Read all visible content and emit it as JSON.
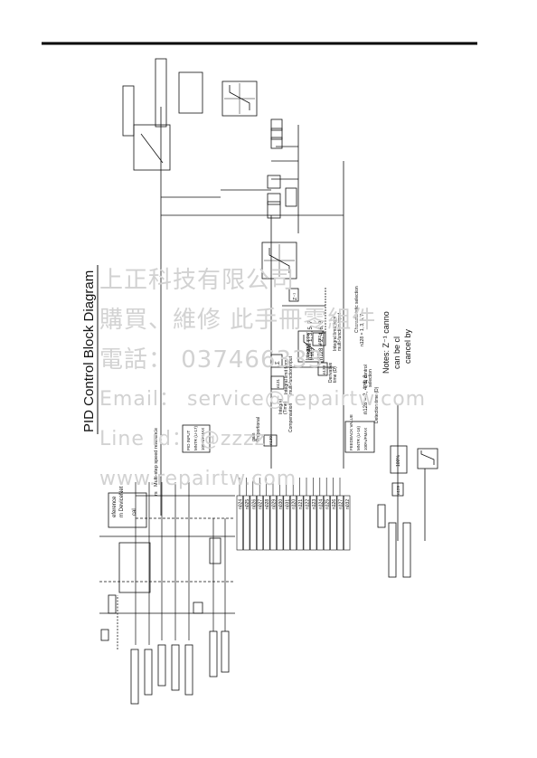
{
  "diagram": {
    "title": "PID Control Block Diagram",
    "labels": {
      "reference": "eference",
      "devicenet": "m DeviceNet",
      "cal": "cal",
      "rs": "rs",
      "multistep": "Multi-step speed reference",
      "pid_input_label": "PID INPUT",
      "pid_input_range": "MNTR (U-17)",
      "pid_input_pct": "100%/FMAX",
      "proportional": "Proportional",
      "gain": "gain",
      "integral": "Integral",
      "integral_time": "(Time)",
      "compensation": "Compensation",
      "integral_limit": "Integral limit from",
      "multi_function_input": "multi-function input",
      "integral_upper": "Integral upper",
      "limit": "limit",
      "derivative": "Derivative",
      "time_d": "time (D)",
      "int_hold": "Integral limit from",
      "int_hold2": "multi-function input",
      "n128_a": "n128 = 1, 3, 5, 7",
      "n128_b": "n128 = 2, 4, 6, 8",
      "n128_c": "n128 = 1, 3, 5, 7",
      "n128_d": "n128 = 2, 4, 6, 8",
      "characteristic": "Characteristic selection",
      "fb_mntr": "FEEDBACK VALUE",
      "fb_mntr2": "MNTR (U-16)",
      "fb_pct": "100%/FMAX",
      "pid_control": "PID control",
      "selection": "selection",
      "detection": "Detection time (D)",
      "pct100": "100%",
      "notes_1": "Notes: Z⁻¹ canno",
      "notes_2": "can be cl",
      "notes_3": "cancel by"
    },
    "params": [
      "n024",
      "n025",
      "n026",
      "n027",
      "n028",
      "n029",
      "n030",
      "n031",
      "n120",
      "n121",
      "n122",
      "n123",
      "n124",
      "n125",
      "n126",
      "n127"
    ],
    "param_last": "n032",
    "block_labels": {
      "p_gain": "n130",
      "i_time": "n131",
      "d_time": "n132",
      "limit": "n134",
      "offset": "n133",
      "hold": "n135",
      "fb_gain": "n129",
      "z1": "Z⁻¹",
      "sum": "Σ"
    }
  },
  "watermark": {
    "line1": "上正科技有限公司",
    "line2": "購買、維修 此手冊零組件",
    "line3": "電話： 037466333",
    "line4": "Email： service@repairtw.com",
    "line5": "Line id： @zzzz",
    "line6": "www.repairtw.com"
  }
}
